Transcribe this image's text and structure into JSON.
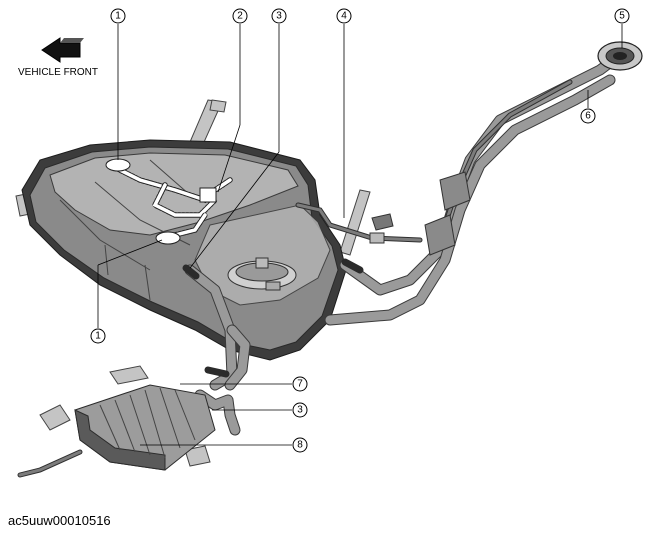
{
  "vehicle_front_label": "VEHICLE FRONT",
  "figure_id": "ac5uuw00010516",
  "callouts": [
    {
      "num": "1"
    },
    {
      "num": "2"
    },
    {
      "num": "3"
    },
    {
      "num": "4"
    },
    {
      "num": "5"
    },
    {
      "num": "6"
    },
    {
      "num": "1"
    },
    {
      "num": "7"
    },
    {
      "num": "3"
    },
    {
      "num": "8"
    }
  ],
  "icons": {
    "front_arrow": "arrow-left-icon"
  }
}
